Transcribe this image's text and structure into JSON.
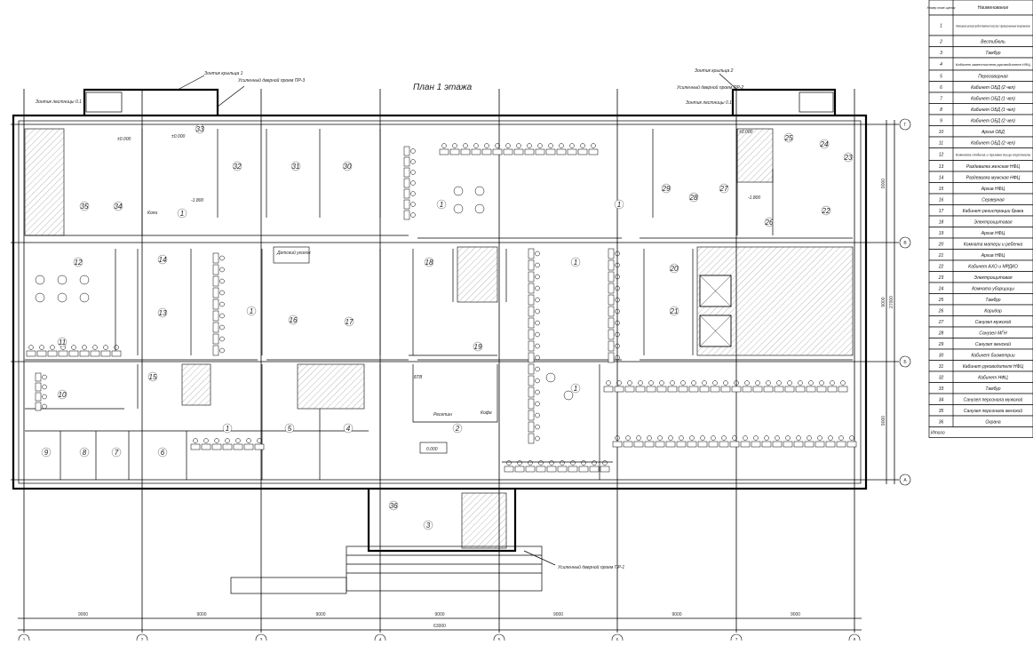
{
  "title": "План 1 этажа",
  "annotations": {
    "canopy_1": "Зонтик крыльца 1",
    "canopy_2": "Зонтик крыльца 2",
    "door_pr3": "Усиленный дверной проем ПР-3",
    "door_pr2": "Усиленный дверной проем ПР-2",
    "door_pr1": "Усиленный дверной проем ПР-1",
    "stair_canopy_left": "Зонтик лестницы 0.1",
    "stair_canopy_right": "Зонтик лестницы 0.1",
    "kids_corner": "Детский уголок",
    "reception": "Ресепшн",
    "coffee": "Кофе",
    "copy": "Копи",
    "btv": "БТВ"
  },
  "elevations": [
    "±0.000",
    "±0.000",
    "-1.800",
    "-1.800",
    "±0.000",
    "0.000"
  ],
  "grid": {
    "columns": [
      "1",
      "2",
      "3",
      "4",
      "5",
      "6",
      "7",
      "8"
    ],
    "rows": [
      "Г",
      "В",
      "Б",
      "А"
    ],
    "column_spans": [
      "9000",
      "9000",
      "9000",
      "9000",
      "9000",
      "9000",
      "9000"
    ],
    "column_total": "63000",
    "row_spans": [
      "9000",
      "9000",
      "9000"
    ],
    "row_total": "27000"
  },
  "room_numbers": [
    "1",
    "2",
    "3",
    "4",
    "5",
    "6",
    "7",
    "8",
    "9",
    "10",
    "11",
    "12",
    "13",
    "14",
    "15",
    "16",
    "17",
    "18",
    "19",
    "20",
    "21",
    "22",
    "23",
    "24",
    "25",
    "26",
    "27",
    "28",
    "29",
    "30",
    "31",
    "32",
    "33",
    "34",
    "35",
    "36"
  ],
  "schedule": {
    "header_number": "Номер поме-щения",
    "header_name": "Наименование",
    "rows": [
      {
        "n": "1",
        "name": "Помещения центра предоставления госуслуг с функциональным зонированием."
      },
      {
        "n": "2",
        "name": "Вестибюль"
      },
      {
        "n": "3",
        "name": "Тамбур"
      },
      {
        "n": "4",
        "name": "Кабинет заместителя руководителя НФЦ"
      },
      {
        "n": "5",
        "name": "Переговорная"
      },
      {
        "n": "6",
        "name": "Кабинет ОБД (2 чел)"
      },
      {
        "n": "7",
        "name": "Кабинет ОБД (1 чел)"
      },
      {
        "n": "8",
        "name": "Кабинет ОБД (1 чел)"
      },
      {
        "n": "9",
        "name": "Кабинет ОБД (2 чел)"
      },
      {
        "n": "10",
        "name": "Архив ОБД"
      },
      {
        "n": "11",
        "name": "Кабинет ОБД (2 чел)"
      },
      {
        "n": "12",
        "name": "Комната отдыха и приема пищи персонала"
      },
      {
        "n": "13",
        "name": "Раздевалка женская НФЦ"
      },
      {
        "n": "14",
        "name": "Раздевалка мужская НФЦ"
      },
      {
        "n": "15",
        "name": "Архив НФЦ"
      },
      {
        "n": "16",
        "name": "Серверная"
      },
      {
        "n": "17",
        "name": "Кабинет регистрации брака"
      },
      {
        "n": "18",
        "name": "Электрощитовая"
      },
      {
        "n": "19",
        "name": "Архив НФЦ"
      },
      {
        "n": "20",
        "name": "Комната матери и ребенка"
      },
      {
        "n": "21",
        "name": "Архив НФЦ"
      },
      {
        "n": "22",
        "name": "Кабинет АХО и МРДКО"
      },
      {
        "n": "23",
        "name": "Электрощитовая"
      },
      {
        "n": "24",
        "name": "Комната уборщицы"
      },
      {
        "n": "25",
        "name": "Тамбур"
      },
      {
        "n": "26",
        "name": "Коридор"
      },
      {
        "n": "27",
        "name": "Санузел мужской"
      },
      {
        "n": "28",
        "name": "Санузел МГН"
      },
      {
        "n": "29",
        "name": "Санузел женский"
      },
      {
        "n": "30",
        "name": "Кабинет биометрии"
      },
      {
        "n": "31",
        "name": "Кабинет руководителя НФЦ"
      },
      {
        "n": "32",
        "name": "Кабинет НФЦ"
      },
      {
        "n": "33",
        "name": "Тамбур"
      },
      {
        "n": "34",
        "name": "Санузел персонала мужской"
      },
      {
        "n": "35",
        "name": "Санузел персонала женский"
      },
      {
        "n": "36",
        "name": "Охрана"
      }
    ],
    "total_label": "Итого"
  }
}
